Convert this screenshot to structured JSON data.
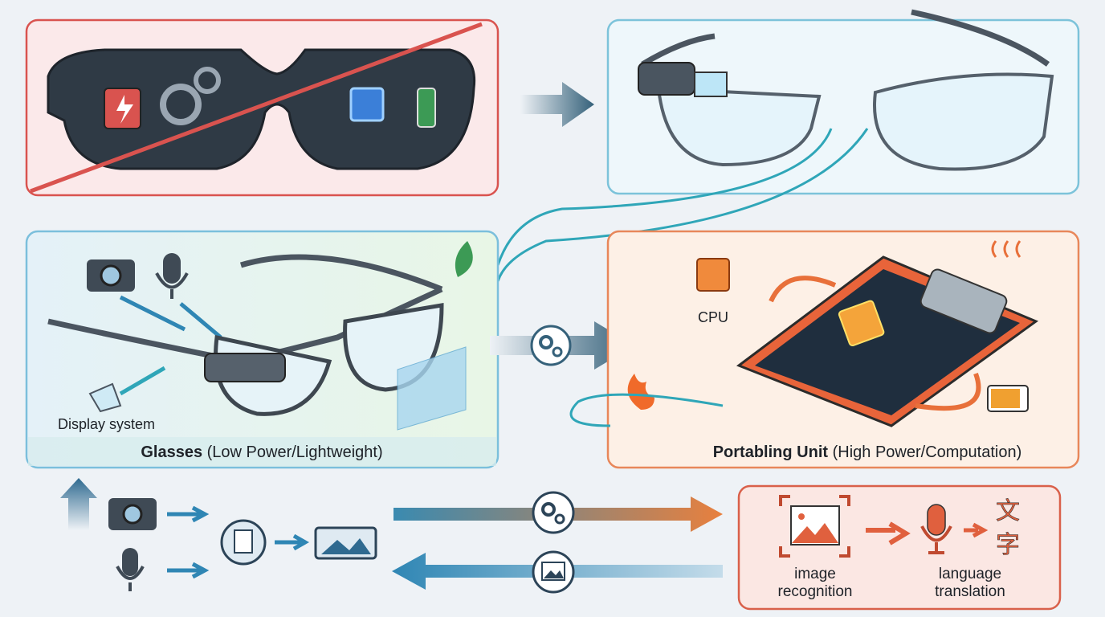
{
  "glasses_panel": {
    "title_bold": "Glasses",
    "title_rest": "(Low Power/Lightweight)",
    "display_label": "Display system"
  },
  "unit_panel": {
    "title_bold": "Portabling Unit",
    "title_rest": "(High Power/Computation)",
    "cpu_label": "CPU"
  },
  "tasks_panel": {
    "image_label_1": "image",
    "image_label_2": "recognition",
    "language_label_1": "language",
    "language_label_2": "translation",
    "chars_1": "文",
    "chars_2": "字"
  },
  "colors": {
    "red": "#d9534f",
    "blue": "#6bbad6",
    "green": "#6cc070",
    "orange": "#e8875a"
  }
}
